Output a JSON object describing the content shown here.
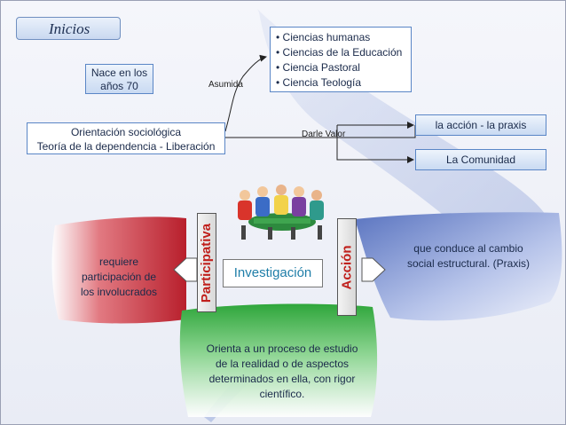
{
  "title": "Inicios",
  "origin_box": {
    "line1": "Nace en los",
    "line2": "años 70"
  },
  "main_box": {
    "line1": "Orientación sociológica",
    "line2": "Teoría de la dependencia - Liberación"
  },
  "assumed_label": "Asumida",
  "value_label": "Darle Valor",
  "sciences": [
    "Ciencias humanas",
    "Ciencias de la Educación",
    "Ciencia Pastoral",
    "Ciencia Teología"
  ],
  "right_boxes": {
    "praxis": "la acción - la praxis",
    "community": "La Comunidad"
  },
  "participativa": "Participativa",
  "accion": "Acción",
  "investigacion": "Investigación",
  "left_text": [
    "requiere",
    "participación de",
    "los involucrados"
  ],
  "right_text": [
    "que conduce al cambio",
    "social estructural. (Praxis)"
  ],
  "bottom_text": [
    "Orienta a un proceso de estudio",
    "de la realidad o de aspectos",
    "determinados en ella, con rigor",
    "científico."
  ],
  "colors": {
    "accent_red": "#c0201c",
    "box_border": "#5a86c6",
    "green_blob": "#3cb54a",
    "red_blob": "#c8313c",
    "blue_blob": "#6f86c8"
  }
}
